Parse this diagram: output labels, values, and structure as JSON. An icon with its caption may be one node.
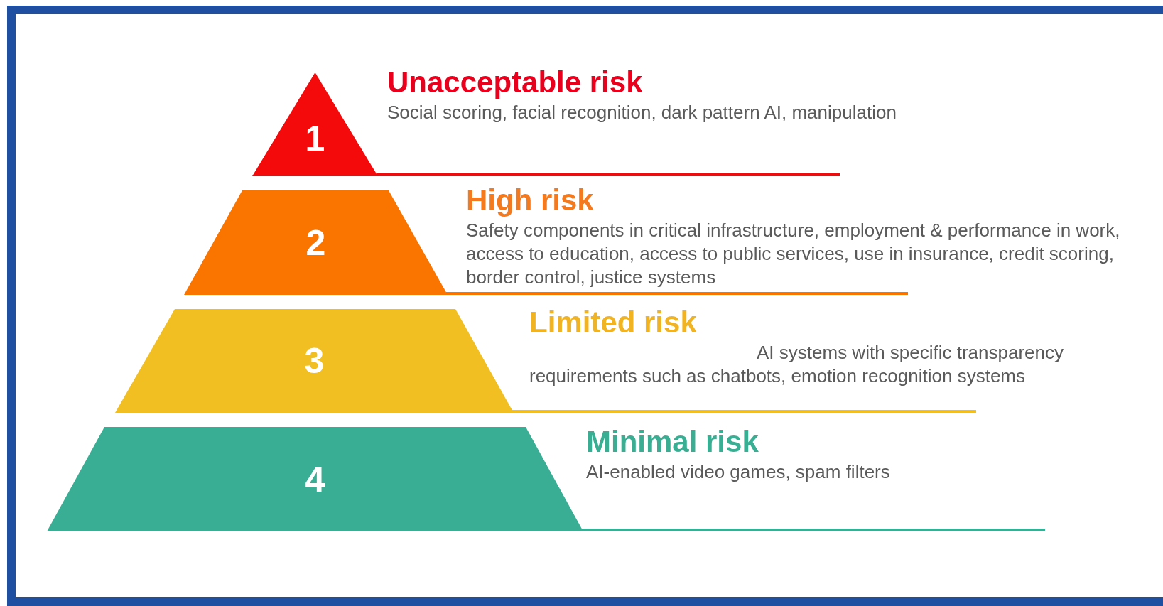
{
  "diagram": {
    "nodes": [
      {
        "text": [
          "1"
        ],
        "beside": [
          "Unacceptable risk",
          "Social scoring, facial recognition, dark pattern AI, manipulation"
        ]
      },
      {
        "text": [
          "2"
        ],
        "beside": [
          "High risk",
          "Safety components in critical infrastructure, employment & performance in work, access to education, access to public services, use in insurance, credit scoring, border control, justice systems"
        ]
      },
      {
        "text": [
          "3"
        ],
        "beside": [
          "Limited risk",
          "AI systems with specific transparency requirements such as chatbots, emotion recognition systems"
        ]
      },
      {
        "text": [
          "4"
        ],
        "beside": [
          "Minimal risk",
          "AI-enabled video games, spam filters"
        ]
      }
    ]
  }
}
